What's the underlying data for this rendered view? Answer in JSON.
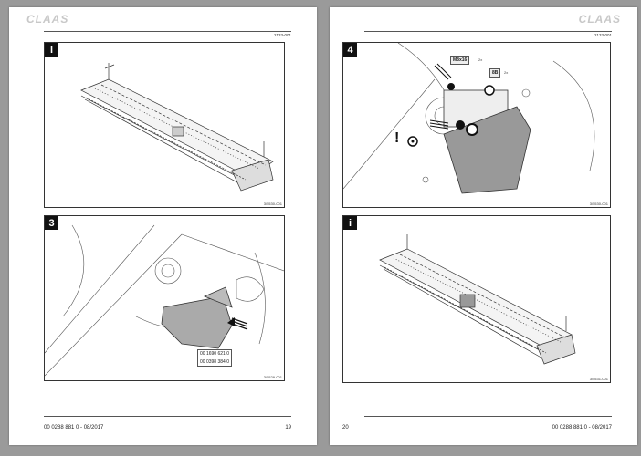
{
  "brand": "CLAAS",
  "pages": {
    "left": {
      "header_code": "2133-001",
      "footer_doc": "00 0288 881 0 - 08/2017",
      "footer_page": "19",
      "figures": {
        "top": {
          "badge": "i",
          "code": "3/5530-001"
        },
        "bottom": {
          "badge": "3",
          "code": "3/5529-001",
          "parts": [
            "00 1690 621 0",
            "00 0398 384 0"
          ]
        }
      }
    },
    "right": {
      "header_code": "2133-001",
      "footer_page": "20",
      "footer_doc": "00 0288 881 0 - 08/2017",
      "figures": {
        "top": {
          "badge": "4",
          "code": "3/5530-001",
          "bolt_label": "M8x16",
          "bolt_qty": "2x",
          "washer_label": "8B",
          "washer_qty": "2x",
          "warning": "!"
        },
        "bottom": {
          "badge": "i",
          "code": "3/5531-001"
        }
      }
    }
  }
}
